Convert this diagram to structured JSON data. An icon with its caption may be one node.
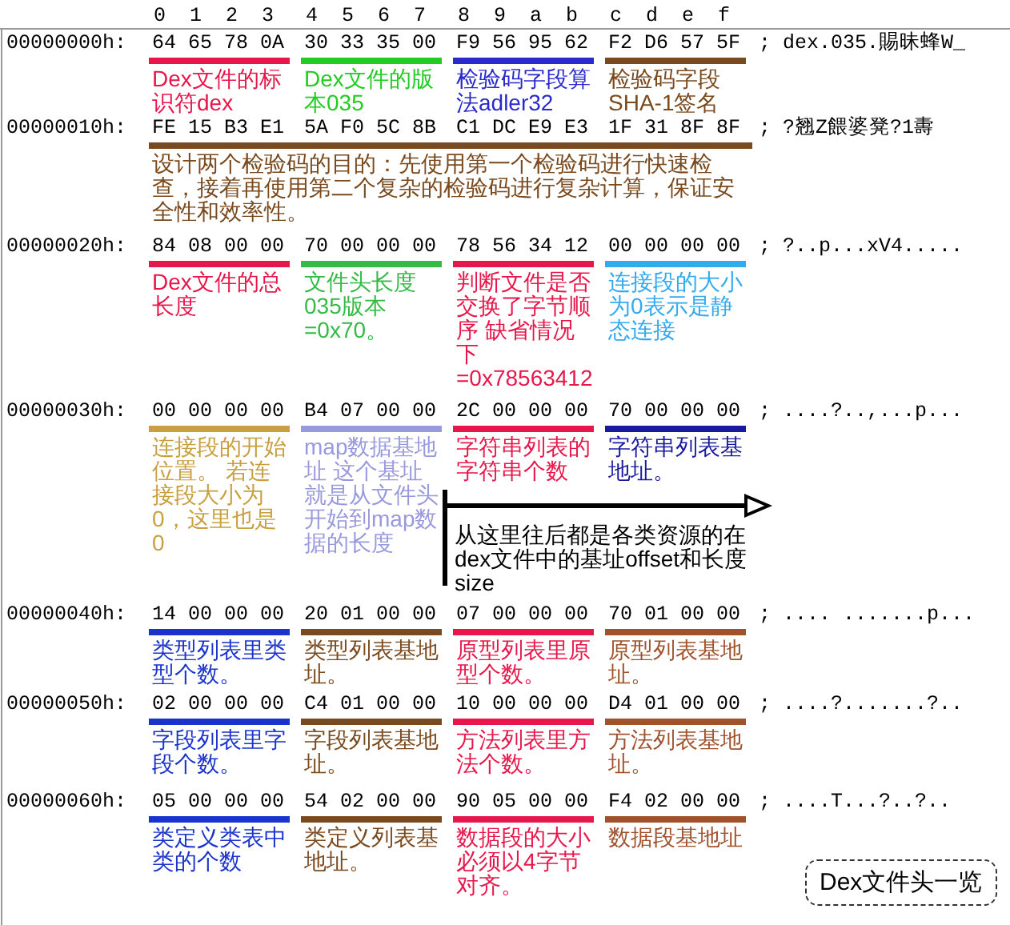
{
  "diagram": {
    "nodes": [
      {
        "text": [
          "Dex文件头一览"
        ]
      }
    ],
    "labels": [
      "0",
      "1",
      "2",
      "3",
      "4",
      "5",
      "6",
      "7",
      "8",
      "9",
      "a",
      "b",
      "c",
      "d",
      "e",
      "f",
      "00000000h:",
      "64 65 78 0A",
      "30 33 35 00",
      "F9 56 95 62",
      "F2 D6 57 5F",
      "; dex.035.賜昧蜂W_",
      "Dex文件的标识符dex",
      "Dex文件的版本035",
      "检验码字段算法adler32",
      "检验码字段SHA-1签名",
      "00000010h:",
      "FE 15 B3 E1",
      "5A F0 5C 8B",
      "C1 DC E9 E3",
      "1F 31 8F 8F",
      "; ?翘Z餵婆凳?1夀",
      "设计两个检验码的目的：先使用第一个检验码进行快速检查，接着再使用第二个复杂的检验码进行复杂计算，保证安全性和效率性。",
      "00000020h:",
      "84 08 00 00",
      "70 00 00 00",
      "78 56 34 12",
      "00 00 00 00",
      "; ?..p...xV4.....",
      "Dex文件的总长度",
      "文件头长度035版本=0x70。",
      "判断文件是否交换了字节顺序 缺省情况下=0x78563412",
      "连接段的大小为0表示是静态连接",
      "00000030h:",
      "00 00 00 00",
      "B4 07 00 00",
      "2C 00 00 00",
      "70 00 00 00",
      "; ....?..,...p...",
      "连接段的开始位置。 若连接段大小为0，这里也是0",
      "map数据基地址 这个基址就是从文件头开始到map数据的长度",
      "字符串列表的字符串个数",
      "字符串列表基地址。",
      "从这里往后都是各类资源的在dex文件中的基址offset和长度size",
      "00000040h:",
      "14 00 00 00",
      "20 01 00 00",
      "07 00 00 00",
      "70 01 00 00",
      "; .... .......p...",
      "类型列表里类型个数。",
      "类型列表基地址。",
      "原型列表里原型个数。",
      "原型列表基地址。",
      "00000050h:",
      "02 00 00 00",
      "C4 01 00 00",
      "10 00 00 00",
      "D4 01 00 00",
      "; ....?.......?..",
      "字段列表里字段个数。",
      "字段列表基地址。",
      "方法列表里方法个数。",
      "方法列表基地址。",
      "00000060h:",
      "05 00 00 00",
      "54 02 00 00",
      "90 05 00 00",
      "F4 02 00 00",
      "; ....T...?..?..",
      "类定义类表中类的个数",
      "类定义列表基地址。",
      "数据段的大小必须以4字节对齐。",
      "数据段基地址"
    ]
  }
}
